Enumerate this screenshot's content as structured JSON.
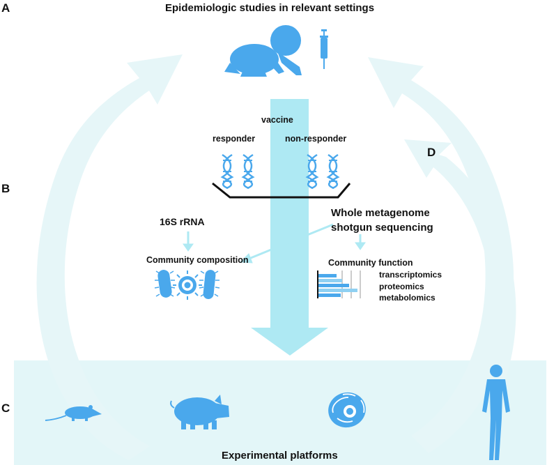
{
  "panels": {
    "a": "A",
    "b": "B",
    "c": "C",
    "d": "D"
  },
  "titles": {
    "top": "Epidemiologic studies in relevant settings",
    "bottom": "Experimental platforms"
  },
  "labels": {
    "vaccine": "vaccine",
    "responder": "responder",
    "non_responder": "non-responder",
    "rrna": "16S rRNA",
    "wgs_line1": "Whole metagenome",
    "wgs_line2": "shotgun sequencing",
    "community_composition": "Community composition",
    "community_function": "Community function",
    "omics": [
      "transcriptomics",
      "proteomics",
      "metabolomics"
    ]
  },
  "colors": {
    "icon_blue": "#4aa8ec",
    "arrow_cyan": "#aee9f3",
    "cycle_arrow": "#e8f7f9",
    "platform_bg": "#e3f6f8",
    "text": "#111111"
  }
}
